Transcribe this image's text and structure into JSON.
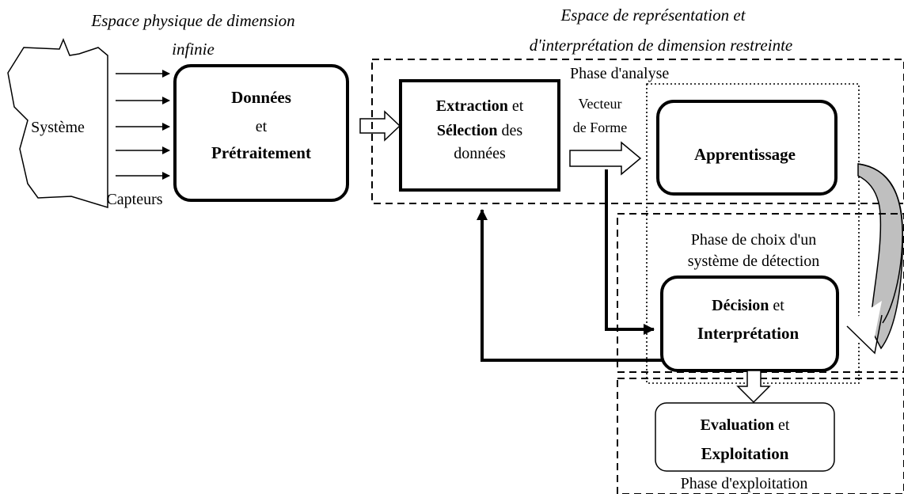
{
  "headings": {
    "physical_line1": "Espace physique de dimension",
    "physical_line2": "infinie",
    "representation_line1": "Espace de représentation et",
    "representation_line2": "d'interprétation de dimension restreinte"
  },
  "system": {
    "label": "Système",
    "sensors_label": "Capteurs"
  },
  "nodes": {
    "donnees": {
      "bold1": "Données",
      "plain": "et",
      "bold2": "Prétraitement"
    },
    "extraction": {
      "bold1": "Extraction",
      "plain1": " et",
      "bold2": "Sélection",
      "plain2": " des",
      "plain3": "données"
    },
    "apprentissage": {
      "bold1": "Apprentissage"
    },
    "decision": {
      "bold1": "Décision",
      "plain1": " et",
      "bold2": "Interprétation"
    },
    "evaluation": {
      "bold1": "Evaluation",
      "plain1": " et",
      "bold2": "Exploitation"
    }
  },
  "vector": {
    "line1": "Vecteur",
    "line2": "de Forme"
  },
  "phases": {
    "analyse": "Phase d'analyse",
    "choix_line1": "Phase de choix d'un",
    "choix_line2": "système de détection",
    "exploitation": "Phase d'exploitation"
  }
}
